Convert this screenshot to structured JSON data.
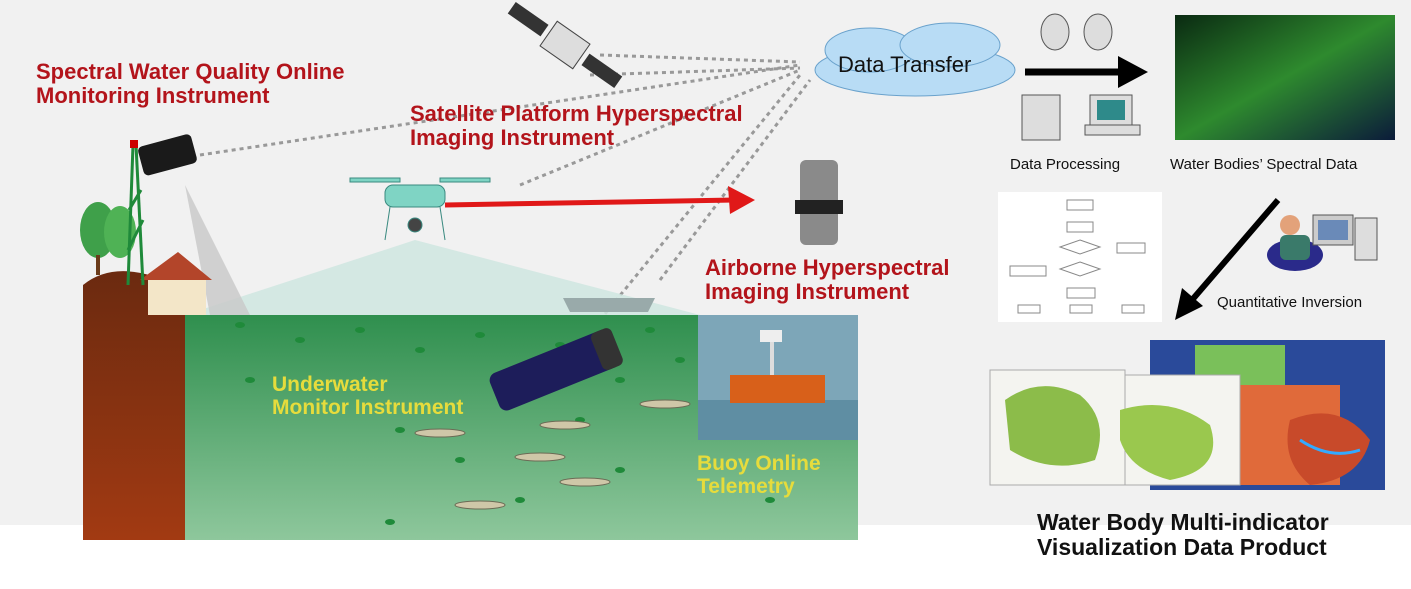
{
  "labels": {
    "spectral_online_1": "Spectral Water Quality Online",
    "spectral_online_2": "Monitoring Instrument",
    "satellite_1": "Satellite Platform Hyperspectral",
    "satellite_2": "Imaging Instrument",
    "airborne_1": "Airborne Hyperspectral",
    "airborne_2": "Imaging Instrument",
    "underwater_1": "Underwater",
    "underwater_2": "Monitor Instrument",
    "buoy_1": "Buoy Online",
    "buoy_2": "Telemetry",
    "data_transfer": "Data Transfer",
    "data_processing": "Data Processing",
    "spectral_data": "Water Bodies’ Spectral Data",
    "quantitative_inversion": "Quantitative Inversion",
    "product_1": "Water Body Multi-indicator",
    "product_2": "Visualization Data Product"
  },
  "colors": {
    "label_red": "#b3141b",
    "label_yellow": "#e6dc3c",
    "water": "#3a9a58"
  }
}
